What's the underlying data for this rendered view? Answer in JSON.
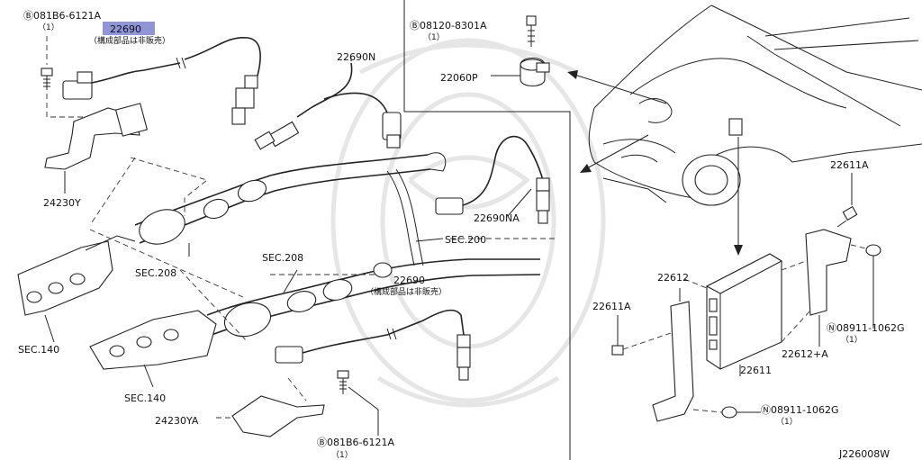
{
  "labels": {
    "bolt_b_top_left": "Ⓑ081B6-6121A",
    "bolt_b_top_left_qty": "（1）",
    "sensor_22690_top": "22690",
    "note_top": "（構成部品は非販売）",
    "bracket_24230y": "24230Y",
    "sec_208_a": "SEC.208",
    "sec_140_a": "SEC.140",
    "sec_140_b": "SEC.140",
    "sensor_22690n": "22690N",
    "sensor_22690na": "22690NA",
    "sec_200": "SEC.200",
    "sec_208_b": "SEC.208",
    "sensor_22690_mid": "22690",
    "note_mid": "（構成部品は非販売）",
    "bracket_24230ya": "24230YA",
    "bolt_b_bottom": "Ⓑ081B6-6121A",
    "bolt_b_bottom_qty": "（1）",
    "bolt_b_knock": "Ⓑ08120-8301A",
    "bolt_b_knock_qty": "（1）",
    "knock_sensor": "22060P",
    "bolt_22611a_right": "22611A",
    "nut_n_right": "Ⓝ08911-1062G",
    "nut_n_right_qty": "（1）",
    "bracket_22612a": "22612+A",
    "bracket_22612": "22612",
    "bolt_22611a_left": "22611A",
    "ecm_22611": "22611",
    "nut_n_bottom": "Ⓝ08911-1062G",
    "nut_n_bottom_qty": "（1）",
    "diagram_code": "J226008W"
  }
}
